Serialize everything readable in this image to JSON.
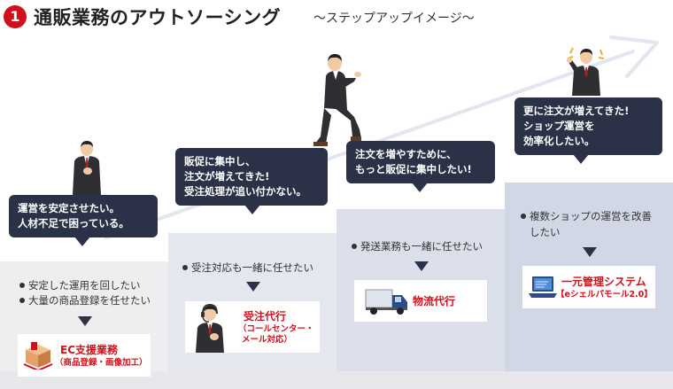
{
  "header": {
    "number": "1",
    "title": "通販業務のアウトソーシング",
    "subtitle": "〜ステップアップイメージ〜"
  },
  "steps": [
    {
      "bubble": [
        "運営を安定させたい。",
        "人材不足で困っている。"
      ],
      "bullets": [
        "安定した運用を回したい",
        "大量の商品登録を任せたい"
      ],
      "service": {
        "name": "EC支援業務",
        "sub": [
          "（商品登録・画像加工）"
        ]
      }
    },
    {
      "bubble": [
        "販促に集中し、",
        "注文が増えてきた!",
        "受注処理が追い付かない。"
      ],
      "bullets": [
        "受注対応も一緒に任せたい"
      ],
      "service": {
        "name": "受注代行",
        "sub": [
          "（コールセンター・",
          "メール対応）"
        ]
      }
    },
    {
      "bubble": [
        "注文を増やすために、",
        "もっと販促に集中したい!"
      ],
      "bullets": [
        "発送業務も一緒に任せたい"
      ],
      "service": {
        "name": "物流代行",
        "sub": []
      }
    },
    {
      "bubble": [
        "更に注文が増えてきた!",
        "ショップ運営を",
        "効率化したい。"
      ],
      "bullets": [
        "複数ショップの運営を改善",
        "したい"
      ],
      "service": {
        "name": "一元管理システム",
        "sub": [
          "【eシェルパモール2.0】"
        ]
      }
    }
  ],
  "colors": {
    "accent_red": "#d0111b",
    "bubble_navy": "#2b3247",
    "arrow_light": "#e3e6f0"
  },
  "icons": [
    "businessman-icon",
    "box-icon",
    "headset-operator-icon",
    "truck-icon",
    "laptop-icon",
    "growth-arrow-icon"
  ]
}
